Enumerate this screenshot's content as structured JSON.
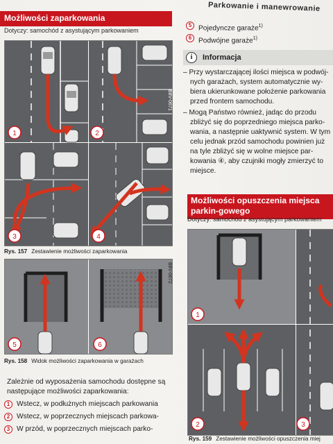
{
  "left": {
    "section_title": "Możliwości zaparkowania",
    "applies_to": "Dotyczy: samochód z asystującym parkowaniem",
    "figure157": {
      "code": "B8V-0671",
      "caption_label": "Rys. 157",
      "caption_text": "Zestawienie możliwości zaparkowania",
      "panels": [
        "1",
        "2",
        "3",
        "4"
      ]
    },
    "figure158": {
      "code": "B8V-0672",
      "caption_label": "Rys. 158",
      "caption_text": "Widok możliwości zaparkowania w garażach",
      "panels": [
        "5",
        "6"
      ]
    },
    "intro": "Zależnie od wyposażenia samochodu dostępne są następujące możliwości zaparkowania:",
    "options": [
      {
        "num": "1",
        "text": "Wstecz, w podłużnych miejscach parkowania"
      },
      {
        "num": "2",
        "text": "Wstecz, w poprzecznych miejscach parkowa-"
      },
      {
        "num": "3",
        "text": "W przód, w poprzecznych miejscach parko-"
      }
    ]
  },
  "right": {
    "running_head": "Parkowanie i manewrowanie",
    "garages": [
      {
        "num": "5",
        "text": "Pojedyncze garaże",
        "note": "1)"
      },
      {
        "num": "6",
        "text": "Podwójne garaże",
        "note": "1)"
      }
    ],
    "info": {
      "icon": "info-icon",
      "title": "Informacja",
      "items": [
        "– Przy wystarczającej ilości miejsca w podwój-nych garażach, system automatycznie wy-biera ukierunkowane położenie parkowania przed frontem samochodu.",
        "– Mogą Państwo również, jadąc do przodu zbliżyć się do poprzedniego miejsca parko-wania, a następnie uaktywnić system. W tym celu jednak przód samochodu powinien już na tyle zbliżyć się w wolne miejsce par-kowania ④, aby czujniki mogły zmierzyć to miejsce."
      ]
    },
    "section_title": "Możliwości opuszczenia miejsca parkin-gowego",
    "applies_to": "Dotyczy: samochód z asystującym parkowaniem",
    "figure159": {
      "caption_label": "Rys. 159",
      "caption_text": "Zestawienie możliwości opuszczenia miej",
      "panels": [
        "1",
        "2",
        "3"
      ]
    }
  },
  "colors": {
    "accent": "#c8161f",
    "asphalt": "#5e5f62",
    "arrow": "#d2341f"
  }
}
